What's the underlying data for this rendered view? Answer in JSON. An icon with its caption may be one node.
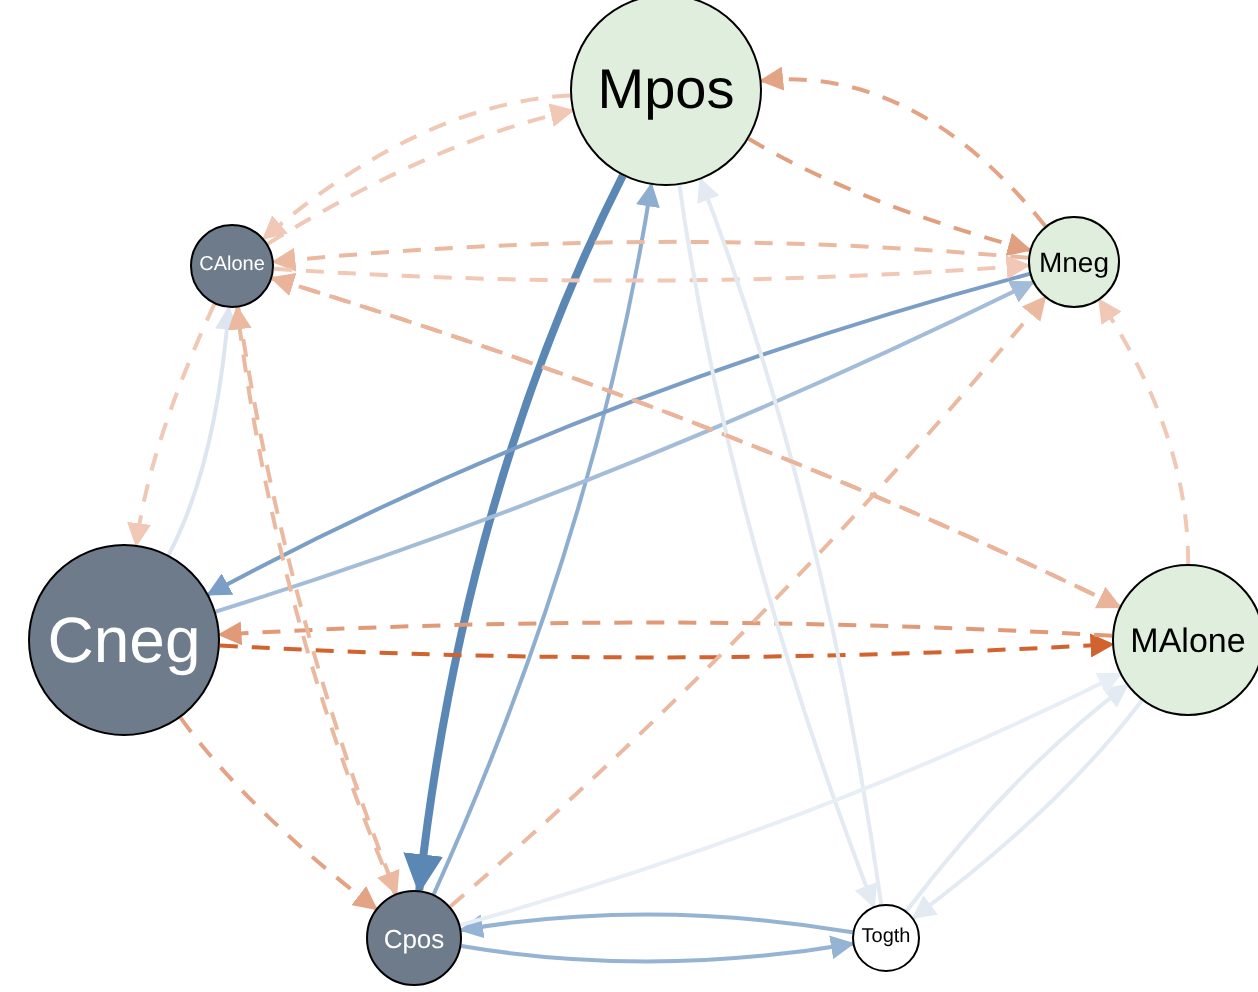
{
  "diagram": {
    "nodes": [
      {
        "text": [
          "Mpos"
        ]
      },
      {
        "text": [
          "CAlone"
        ]
      },
      {
        "text": [
          "Mneg"
        ]
      },
      {
        "text": [
          "Cneg"
        ]
      },
      {
        "text": [
          "MAlone"
        ]
      },
      {
        "text": [
          "Cpos"
        ]
      },
      {
        "text": [
          "Togth"
        ]
      }
    ],
    "edges": [
      {
        "from": 0,
        "to": 5,
        "arrow": "to",
        "style": "thick",
        "color": "#5b87b5"
      },
      {
        "from": 5,
        "to": 0,
        "arrow": "to",
        "color": "#8eaed0"
      },
      {
        "from": 2,
        "to": 3,
        "arrow": "to",
        "color": "#7a9ec5"
      },
      {
        "from": 3,
        "to": 2,
        "arrow": "to",
        "color": "#a3bdd8"
      },
      {
        "from": 5,
        "to": 6,
        "arrow": "to",
        "color": "#95b3d3"
      },
      {
        "from": 6,
        "to": 5,
        "arrow": "to",
        "color": "#95b3d3"
      },
      {
        "from": 3,
        "to": 4,
        "arrow": "to",
        "style": "dashed",
        "color": "#d2622e"
      },
      {
        "from": 4,
        "to": 3,
        "arrow": "to",
        "style": "dashed",
        "color": "#e09a78"
      },
      {
        "from": 2,
        "to": 0,
        "arrow": "to",
        "style": "dashed",
        "color": "#e3a385"
      },
      {
        "from": 0,
        "to": 2,
        "arrow": "to",
        "style": "dashed",
        "color": "#e0a080"
      },
      {
        "from": 3,
        "to": 5,
        "arrow": "to",
        "style": "dashed",
        "color": "#e3a385"
      },
      {
        "from": 0,
        "to": 1,
        "arrow": "to",
        "style": "dashed",
        "color": "#f0c8b5"
      },
      {
        "from": 2,
        "to": 1,
        "arrow": "to",
        "style": "dashed",
        "color": "#ebb9a0"
      },
      {
        "from": 4,
        "to": 1,
        "arrow": "to",
        "style": "dashed",
        "color": "#e9b49a"
      },
      {
        "from": 1,
        "to": 0,
        "arrow": "to",
        "style": "dashed",
        "color": "#f0c8b5"
      },
      {
        "from": 1,
        "to": 2,
        "arrow": "to",
        "style": "dashed",
        "color": "#f0c8b5"
      },
      {
        "from": 3,
        "to": 1,
        "arrow": "to",
        "color": "#dde6f0"
      },
      {
        "from": 1,
        "to": 3,
        "arrow": "to",
        "style": "dashed",
        "color": "#f0c8b5"
      },
      {
        "from": 5,
        "to": 1,
        "arrow": "to",
        "style": "dashed",
        "color": "#ebb9a0"
      },
      {
        "from": 4,
        "to": 2,
        "arrow": "to",
        "style": "dashed",
        "color": "#f0c8b5"
      },
      {
        "from": 5,
        "to": 2,
        "arrow": "to",
        "style": "dashed",
        "color": "#ebb9a0"
      },
      {
        "from": 6,
        "to": 4,
        "arrow": "to",
        "color": "#e3eaf2"
      },
      {
        "from": 4,
        "to": 6,
        "arrow": "to",
        "color": "#e3eaf2"
      },
      {
        "from": 6,
        "to": 0,
        "arrow": "to",
        "color": "#e3eaf2"
      },
      {
        "from": 0,
        "to": 6,
        "arrow": "to",
        "color": "#e3eaf2"
      },
      {
        "from": 5,
        "to": 4,
        "arrow": "to",
        "color": "#e8eef5"
      },
      {
        "from": 1,
        "to": 5,
        "arrow": "to",
        "style": "dashed",
        "color": "#ebb9a0"
      },
      {
        "from": 1,
        "to": 4,
        "arrow": "to",
        "style": "dashed",
        "color": "#e9b49a"
      }
    ]
  }
}
